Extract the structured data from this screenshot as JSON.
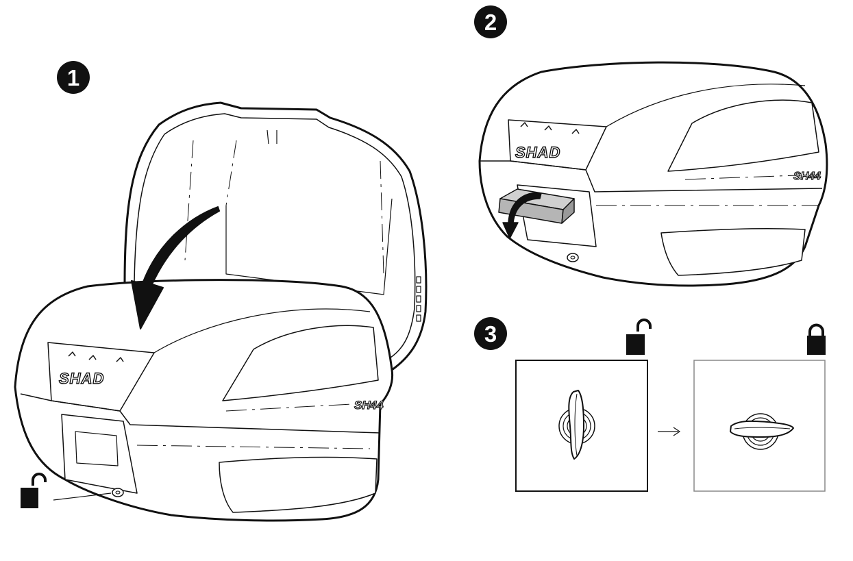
{
  "steps": [
    {
      "number": "1",
      "brand": "SHAD",
      "model": "SH44"
    },
    {
      "number": "2",
      "brand": "SHAD",
      "model": "SH44"
    },
    {
      "number": "3"
    }
  ],
  "colors": {
    "ink": "#111111",
    "fill": "#ffffff",
    "handle": "#b5b5b5",
    "box_border": "#888888"
  },
  "icons": {
    "step1_lock": "unlocked-padlock-icon",
    "step3_left_lock": "unlocked-padlock-icon",
    "step3_right_lock": "locked-padlock-icon",
    "arrow_between_panels": "right-arrow-icon"
  }
}
